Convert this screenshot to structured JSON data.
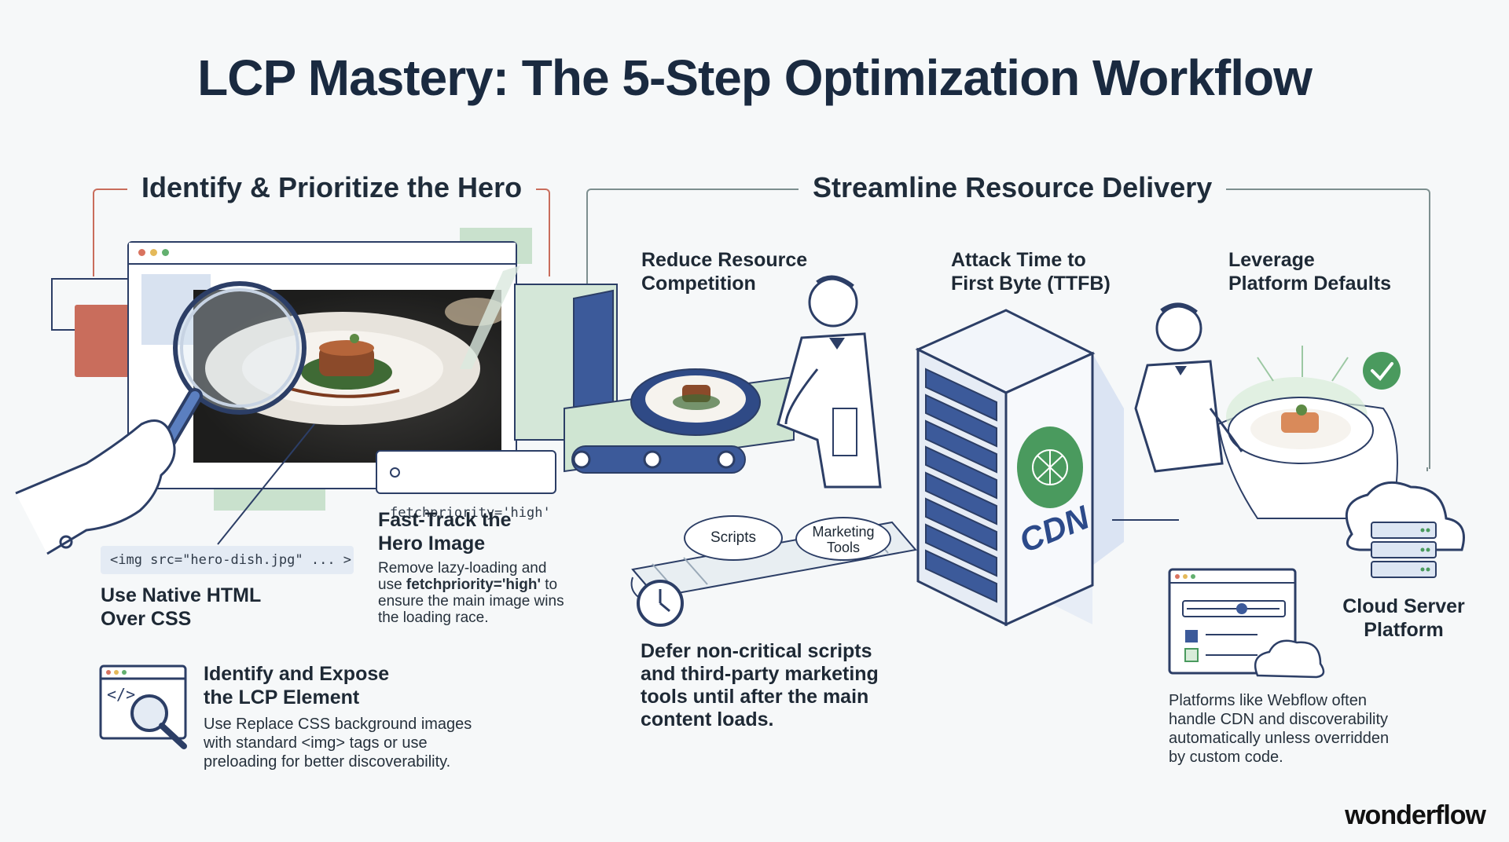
{
  "title": "LCP Mastery: The 5-Step Optimization Workflow",
  "sections": [
    {
      "label": "Identify & Prioritize the Hero"
    },
    {
      "label": "Streamline Resource Delivery"
    }
  ],
  "steps": {
    "native_html": {
      "title_line1": "Use Native HTML",
      "title_line2": "Over CSS",
      "code": "<img src=\"hero-dish.jpg\" ... >"
    },
    "fast_track": {
      "title_line1": "Fast-Track the",
      "title_line2": "Hero Image",
      "chip": "fetchpriority='high'",
      "desc_line1": "Remove lazy-loading and",
      "desc_line2_pre": "use ",
      "desc_line2_bold": "fetchpriority='high'",
      "desc_line2_post": " to",
      "desc_line3": "ensure the main image wins",
      "desc_line4": "the loading race."
    },
    "identify": {
      "title_line1": "Identify and Expose",
      "title_line2": "the LCP Element",
      "desc_line1": "Use Replace CSS background images",
      "desc_line2": "with standard <img> tags or use",
      "desc_line3": "preloading for better discoverability.",
      "icon_glyph": "</>"
    },
    "reduce": {
      "title_line1": "Reduce Resource",
      "title_line2": "Competition",
      "tag_scripts": "Scripts",
      "tag_marketing_1": "Marketing",
      "tag_marketing_2": "Tools",
      "desc_line1": "Defer non-critical scripts",
      "desc_line2": "and third-party marketing",
      "desc_line3": "tools until after the main",
      "desc_line4": "content loads."
    },
    "ttfb": {
      "title_line1": "Attack Time to",
      "title_line2": "First Byte (TTFB)",
      "server_label": "CDN"
    },
    "platform": {
      "title_line1": "Leverage",
      "title_line2": "Platform Defaults",
      "cloud_label_1": "Cloud Server",
      "cloud_label_2": "Platform",
      "desc_line1": "Platforms like Webflow often",
      "desc_line2": "handle CDN and discoverability",
      "desc_line3": "automatically unless overridden",
      "desc_line4": "by custom code."
    }
  },
  "brand": "wonderflow",
  "colors": {
    "accent_red": "#c96d5c",
    "accent_green": "#4a9a5e",
    "navy": "#2c3e66",
    "line_gray": "#7d8f8f"
  }
}
